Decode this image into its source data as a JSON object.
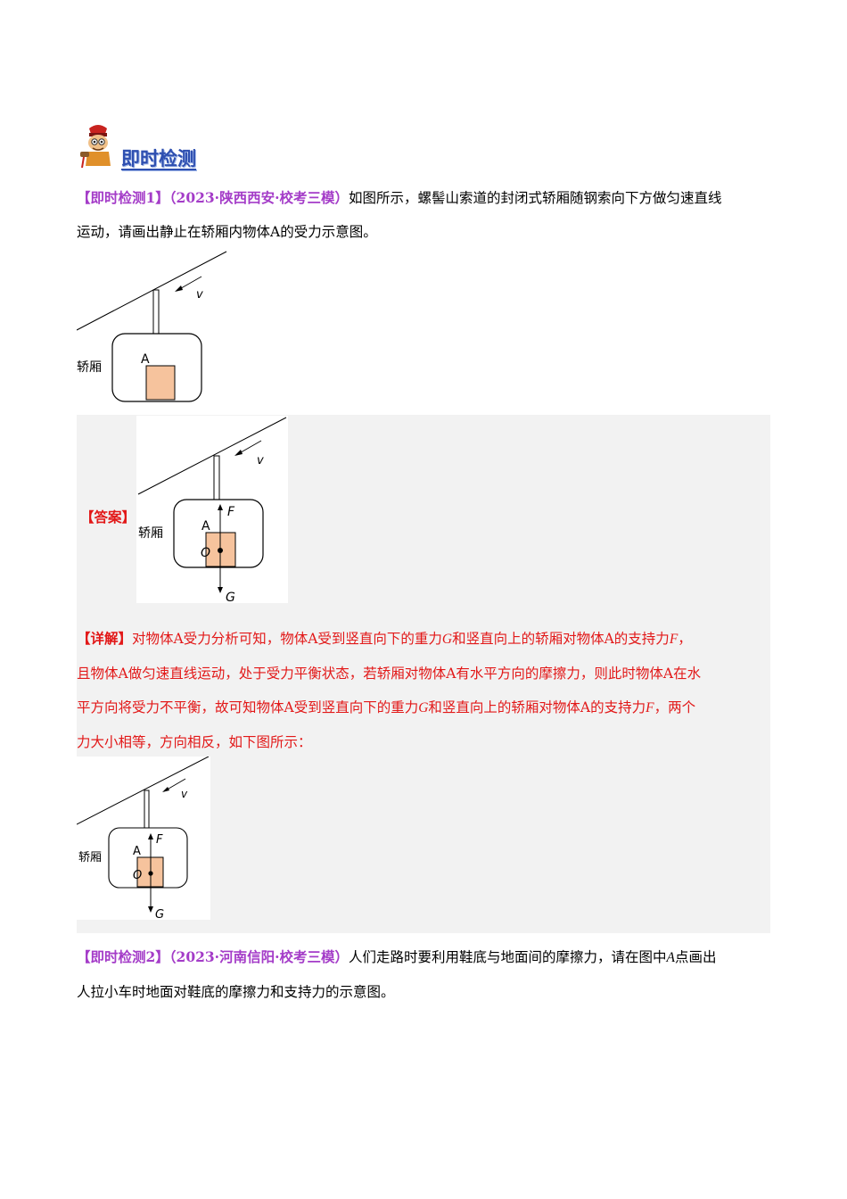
{
  "header": {
    "title": "即时检测",
    "icon": "mascot-icon"
  },
  "q1": {
    "label": "【即时检测1】",
    "source": "（2023·陕西西安·校考三模）",
    "text_line1": "如图所示，螺髻山索道的封闭式轿厢随钢索向下方做匀速直线",
    "text_line2": "运动，请画出静止在轿厢内物体A的受力示意图。"
  },
  "figure": {
    "cabin_label": "轿厢",
    "object_label": "A",
    "velocity_label": "v",
    "force_up_label": "F",
    "force_down_label": "G",
    "center_label": "O",
    "box_color": "#f6c39d"
  },
  "answer": {
    "label": "【答案】"
  },
  "detail": {
    "label": "【详解】",
    "line1a": "对物体A受力分析可知，物体A受到竖直向下的重力",
    "line1b": "G",
    "line1c": "和竖直向上的轿厢对物体A的支持力",
    "line1d": "F",
    "line1e": "，",
    "line2": "且物体A做匀速直线运动，处于受力平衡状态，若轿厢对物体A有水平方向的摩擦力，则此时物体A在水",
    "line3a": "平方向将受力不平衡，故可知物体A受到竖直向下的重力",
    "line3b": "G",
    "line3c": "和竖直向上的轿厢对物体A的支持力",
    "line3d": "F",
    "line3e": "，两个",
    "line4": "力大小相等，方向相反，如下图所示："
  },
  "q2": {
    "label": "【即时检测2】",
    "source": "（2023·河南信阳·校考三模）",
    "text_line1a": "人们走路时要利用鞋底与地面间的摩擦力，请在图中",
    "text_line1b": "A",
    "text_line1c": "点画出",
    "text_line2": "人拉小车时地面对鞋底的摩擦力和支持力的示意图。"
  }
}
